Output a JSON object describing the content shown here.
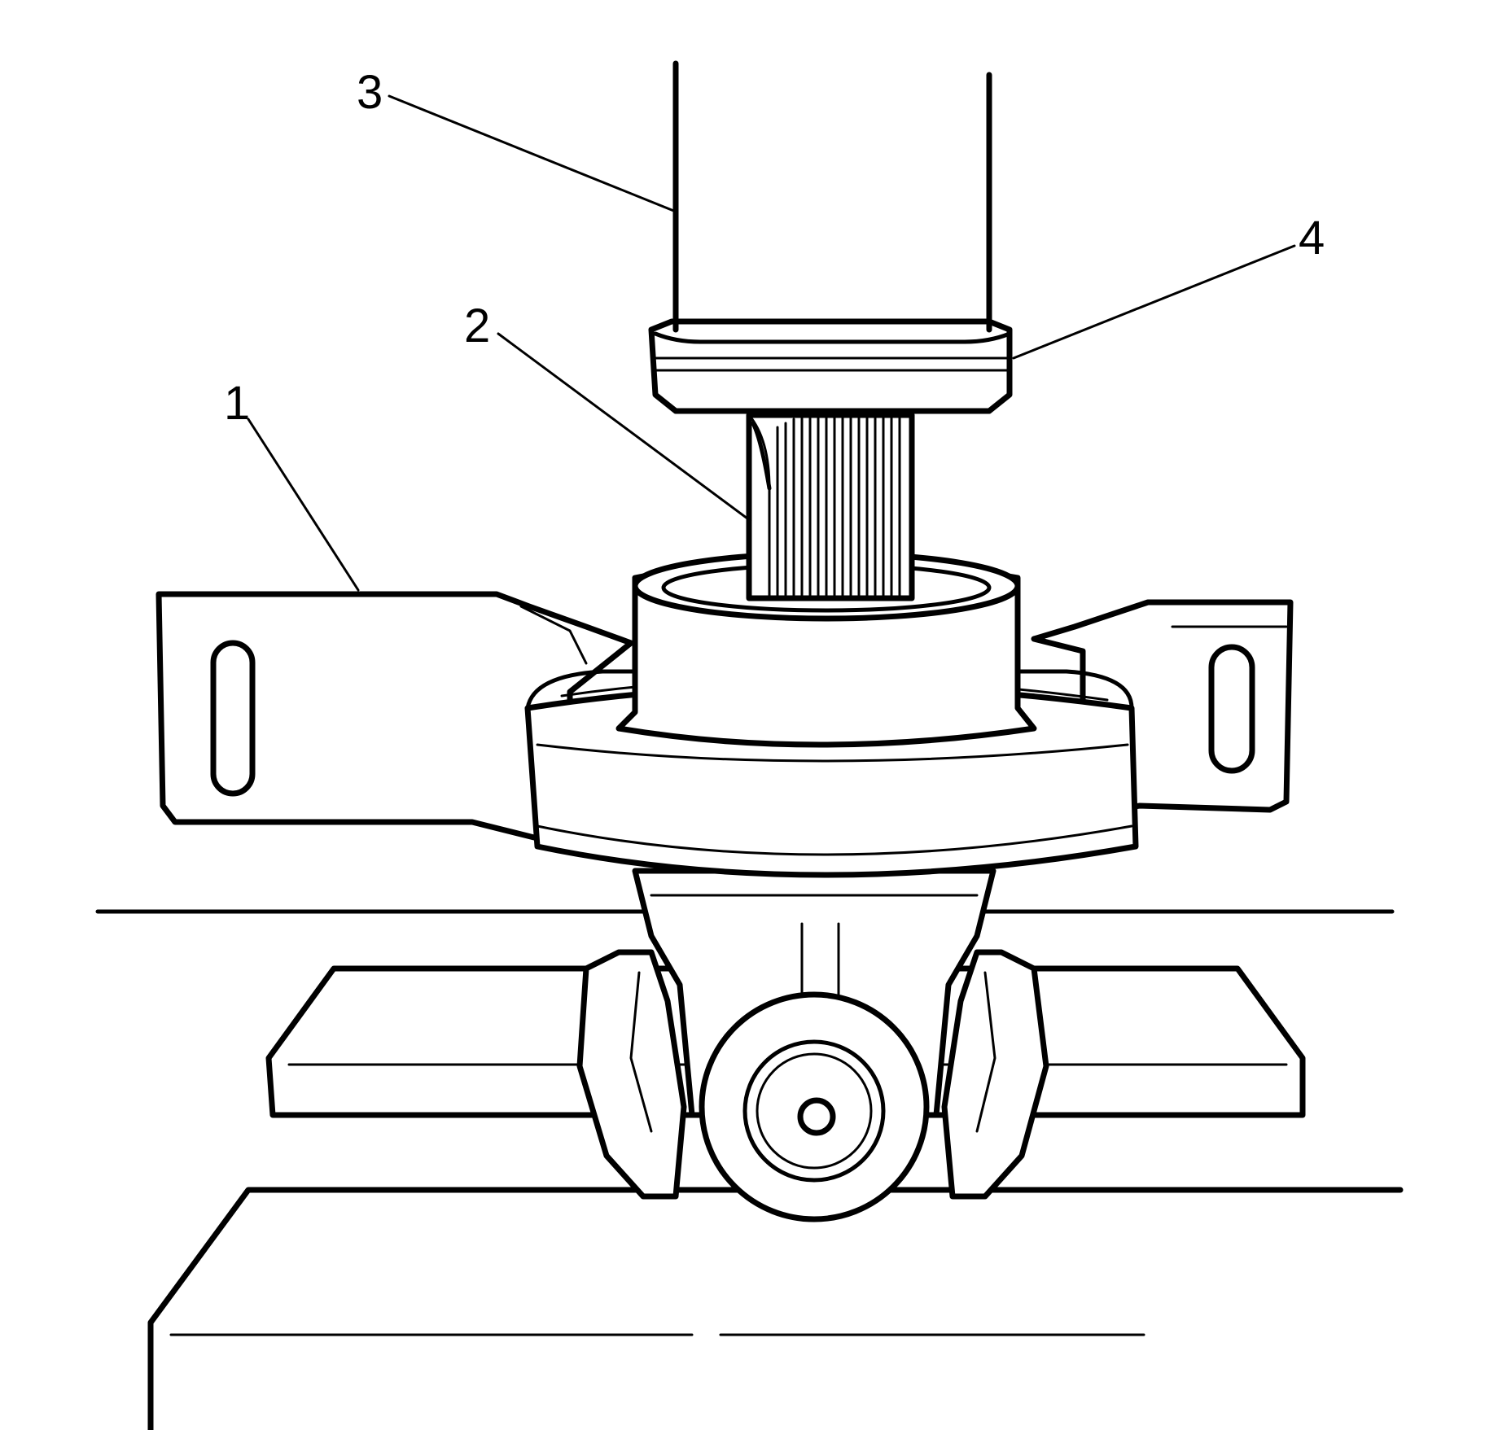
{
  "colors": {
    "line": "#000000",
    "background": "#ffffff"
  },
  "callouts": [
    {
      "id": "1",
      "label": "1"
    },
    {
      "id": "2",
      "label": "2"
    },
    {
      "id": "3",
      "label": "3"
    },
    {
      "id": "4",
      "label": "4"
    }
  ]
}
